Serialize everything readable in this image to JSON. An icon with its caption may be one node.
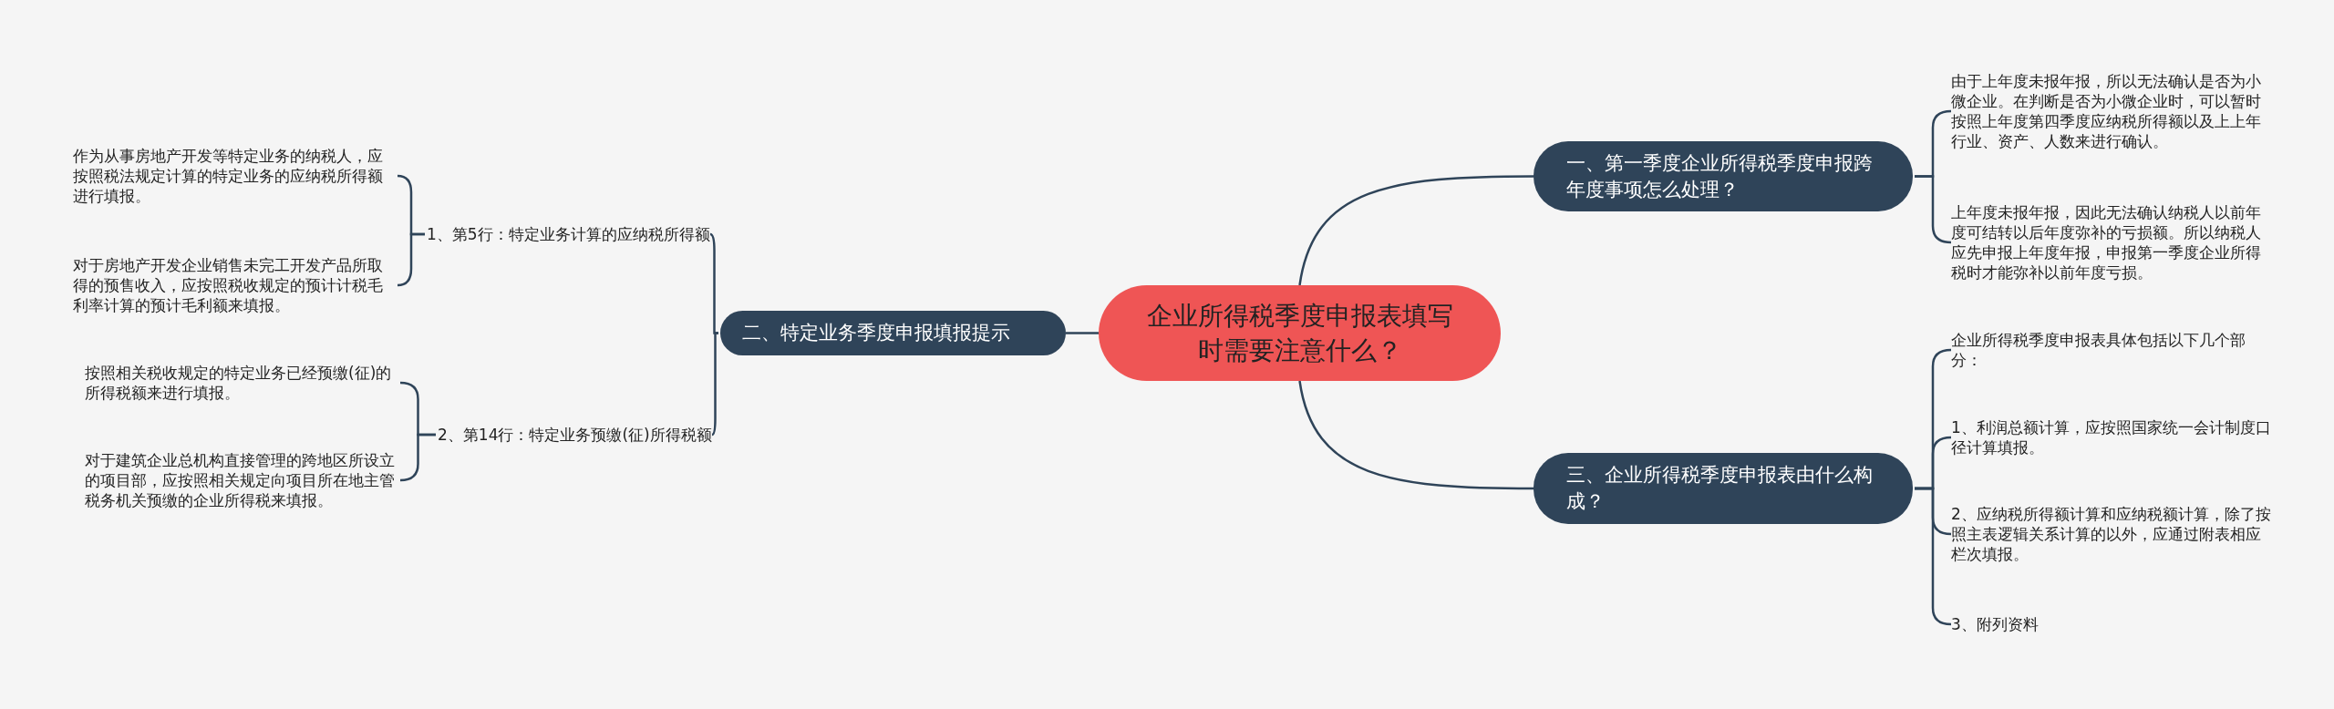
{
  "diagram": {
    "nodes": [
      {
        "text": [
          "企业所得税季度申报表填写时需要注意什么？"
        ]
      },
      {
        "text": [
          "一、第一季度企业所得税季度申报跨年度事项怎么处理？"
        ]
      },
      {
        "text": [
          "二、特定业务季度申报填报提示"
        ]
      },
      {
        "text": [
          "三、企业所得税季度申报表由什么构成？"
        ]
      },
      {
        "text": [
          "由于上年度未报年报，所以无法确认是否为小微企业。在判断是否为小微企业时，可以暂时按照上年度第四季度应纳税所得额以及上上年行业、资产、人数来进行确认。"
        ]
      },
      {
        "text": [
          "上年度未报年报，因此无法确认纳税人以前年度可结转以后年度弥补的亏损额。所以纳税人应先申报上年度年报，申报第一季度企业所得税时才能弥补以前年度亏损。"
        ]
      },
      {
        "text": [
          "企业所得税季度申报表具体包括以下几个部分："
        ]
      },
      {
        "text": [
          "1、利润总额计算，应按照国家统一会计制度口径计算填报。"
        ]
      },
      {
        "text": [
          "2、应纳税所得额计算和应纳税额计算，除了按照主表逻辑关系计算的以外，应通过附表相应栏次填报。"
        ]
      },
      {
        "text": [
          "3、附列资料"
        ]
      },
      {
        "text": [
          "1、第5行：特定业务计算的应纳税所得额"
        ]
      },
      {
        "text": [
          "2、第14行：特定业务预缴(征)所得税额"
        ]
      },
      {
        "text": [
          "作为从事房地产开发等特定业务的纳税人，应按照税法规定计算的特定业务的应纳税所得额进行填报。"
        ]
      },
      {
        "text": [
          "对于房地产开发企业销售未完工开发产品所取得的预售收入，应按照税收规定的预计计税毛利率计算的预计毛利额来填报。"
        ]
      },
      {
        "text": [
          "按照相关税收规定的特定业务已经预缴(征)的所得税额来进行填报。"
        ]
      },
      {
        "text": [
          "对于建筑企业总机构直接管理的跨地区所设立的项目部，应按照相关规定向项目所在地主管税务机关预缴的企业所得税来填报。"
        ]
      }
    ],
    "edges": [
      {
        "from": 0,
        "to": 1,
        "arrow": "none"
      },
      {
        "from": 0,
        "to": 2,
        "arrow": "none"
      },
      {
        "from": 0,
        "to": 3,
        "arrow": "none"
      },
      {
        "from": 1,
        "to": 4,
        "arrow": "none"
      },
      {
        "from": 1,
        "to": 5,
        "arrow": "none"
      },
      {
        "from": 3,
        "to": 6,
        "arrow": "none"
      },
      {
        "from": 3,
        "to": 7,
        "arrow": "none"
      },
      {
        "from": 3,
        "to": 8,
        "arrow": "none"
      },
      {
        "from": 3,
        "to": 9,
        "arrow": "none"
      },
      {
        "from": 2,
        "to": 10,
        "arrow": "none"
      },
      {
        "from": 2,
        "to": 11,
        "arrow": "none"
      },
      {
        "from": 10,
        "to": 12,
        "arrow": "none"
      },
      {
        "from": 10,
        "to": 13,
        "arrow": "none"
      },
      {
        "from": 11,
        "to": 14,
        "arrow": "none"
      },
      {
        "from": 11,
        "to": 15,
        "arrow": "none"
      }
    ]
  }
}
